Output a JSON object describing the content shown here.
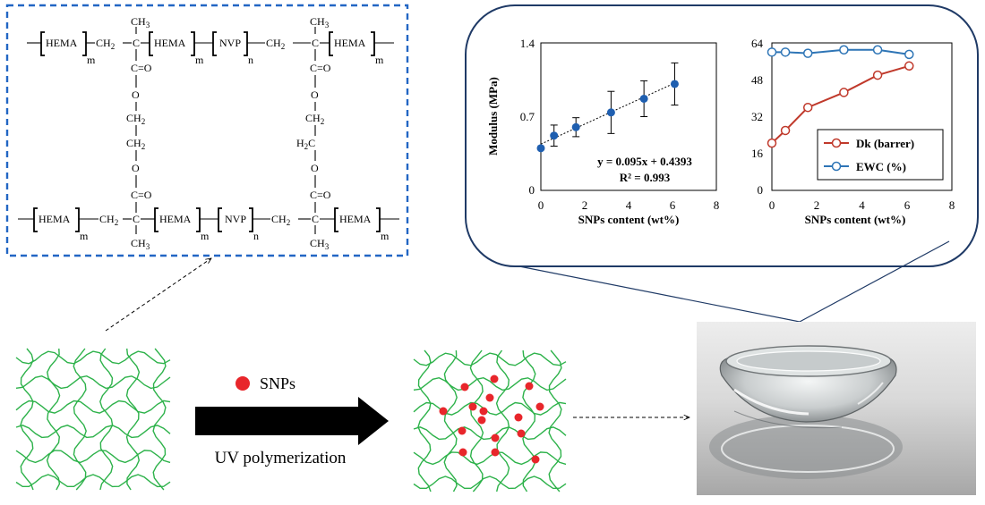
{
  "chemical_structure": {
    "hema": "HEMA",
    "nvp": "NVP",
    "m": "m",
    "n": "n",
    "ch2": "CH2",
    "ch3": "CH3",
    "h2c": "H2C",
    "c": "C",
    "o": "O",
    "carbonyl": "C=O"
  },
  "legend_snps": "SNPs",
  "arrow_label": "UV polymerization",
  "colors": {
    "network_green": "#2db24a",
    "nanoparticle_red": "#e8262b",
    "dashed_box_blue": "#2266c4",
    "dk_series": "#c0392b",
    "ewc_series": "#2e75b6",
    "modulus_points": "#1f5fb0"
  },
  "chart_data": [
    {
      "type": "scatter",
      "xlabel": "SNPs content (wt%)",
      "ylabel": "Modulus (MPa)",
      "xlim": [
        0,
        8
      ],
      "ylim": [
        0,
        1.4
      ],
      "xticks": [
        "0",
        "2",
        "4",
        "6",
        "8"
      ],
      "yticks": [
        "0",
        "0.7",
        "1.4"
      ],
      "grid": false,
      "series": [
        {
          "x": [
            0,
            0.6,
            1.6,
            3.2,
            4.7,
            6.1
          ],
          "y": [
            0.4,
            0.52,
            0.6,
            0.74,
            0.87,
            1.01
          ],
          "err": [
            0,
            0.1,
            0.09,
            0.2,
            0.17,
            0.2
          ]
        }
      ],
      "trendline": {
        "slope": 0.095,
        "intercept": 0.4393
      },
      "annotations": [
        "y = 0.095x + 0.4393",
        "R² = 0.993"
      ]
    },
    {
      "type": "line",
      "xlabel": "SNPs content (wt%)",
      "xlim": [
        0,
        8
      ],
      "ylim": [
        0,
        64
      ],
      "xticks": [
        "0",
        "2",
        "4",
        "6",
        "8"
      ],
      "yticks": [
        "0",
        "16",
        "32",
        "48",
        "64"
      ],
      "grid": false,
      "legend_position": "bottom-right",
      "series": [
        {
          "name": "Dk (barrer)",
          "x": [
            0,
            0.6,
            1.6,
            3.2,
            4.7,
            6.1
          ],
          "y": [
            20.5,
            26,
            36,
            42.5,
            50,
            54
          ],
          "err": [
            0,
            0,
            0,
            0,
            1.3,
            1.3
          ]
        },
        {
          "name": "EWC (%)",
          "x": [
            0,
            0.6,
            1.6,
            3.2,
            4.7,
            6.1
          ],
          "y": [
            60,
            60,
            59.5,
            61,
            61,
            59
          ],
          "err": [
            0,
            0,
            0,
            0,
            0,
            0
          ]
        }
      ]
    }
  ]
}
